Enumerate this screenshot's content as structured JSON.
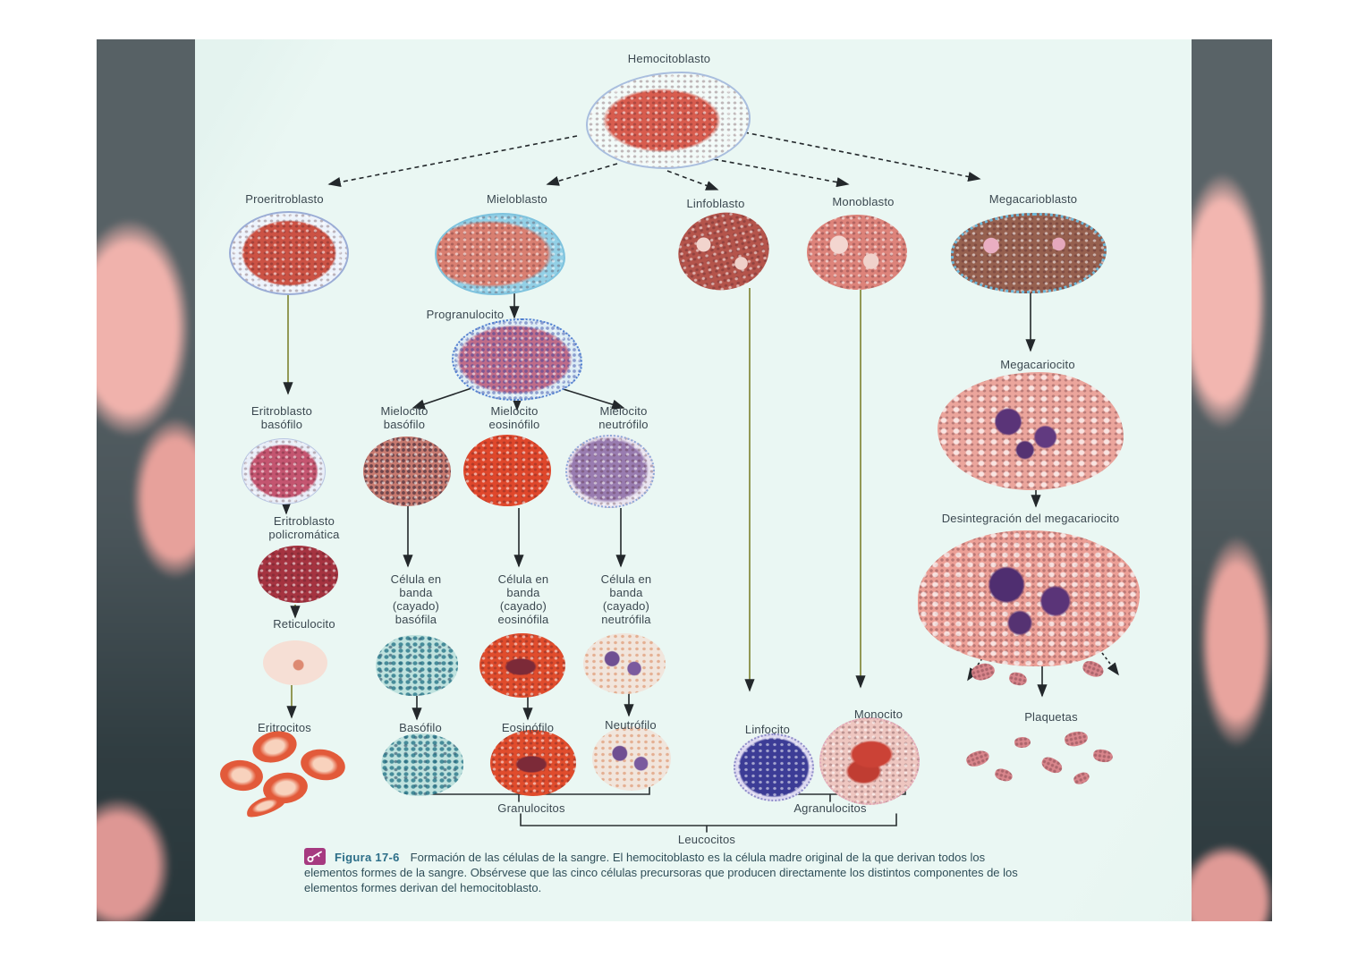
{
  "labels": {
    "hemocitoblasto": "Hemocitoblasto",
    "proeritroblasto": "Proeritroblasto",
    "mieloblasto": "Mieloblasto",
    "linfoblasto": "Linfoblasto",
    "monoblasto": "Monoblasto",
    "megacarioblasto": "Megacarioblasto",
    "progranulocito": "Progranulocito",
    "eritroblasto_basofilo": "Eritroblasto basófilo",
    "mielocito_basofilo": "Mielocito basófilo",
    "mielocito_eosinofilo": "Mielocito eosinófilo",
    "mielocito_neutrofilo": "Mielocito neutrófilo",
    "eritroblasto_policromatica": "Eritroblasto policromática",
    "reticulocito": "Reticulocito",
    "celula_banda_basofila": "Célula en banda (cayado) basófila",
    "celula_banda_eosinofila": "Célula en banda (cayado) eosinófila",
    "celula_banda_neutrofila": "Célula en banda (cayado) neutrófila",
    "eritrocitos": "Eritrocitos",
    "basofilo": "Basófilo",
    "eosinofilo": "Eosinófilo",
    "neutrofilo": "Neutrófilo",
    "linfocito": "Linfocito",
    "monocito": "Monocito",
    "megacariocito": "Megacariocito",
    "desintegracion": "Desintegración del megacariocito",
    "plaquetas": "Plaquetas"
  },
  "groups": {
    "granulocitos": "Granulocitos",
    "agranulocitos": "Agranulocitos",
    "leucocitos": "Leucocitos"
  },
  "caption": {
    "figure_label": "Figura 17-6",
    "text": "Formación de las células de la sangre. El hemocitoblasto es la célula madre original de la que derivan todos los elementos formes de la sangre. Obsérvese que las cinco células precursoras que producen directamente los distintos componentes de los elementos formes derivan del hemocitoblasto.",
    "icon": "key-icon"
  },
  "colors": {
    "panel_background": "#eaf7f3",
    "label_text": "#3b4850",
    "figure_accent": "#a63a80",
    "figure_title": "#2c6e88",
    "photo_slate": "#4e585c",
    "photo_pink": "#f0b2ac"
  }
}
